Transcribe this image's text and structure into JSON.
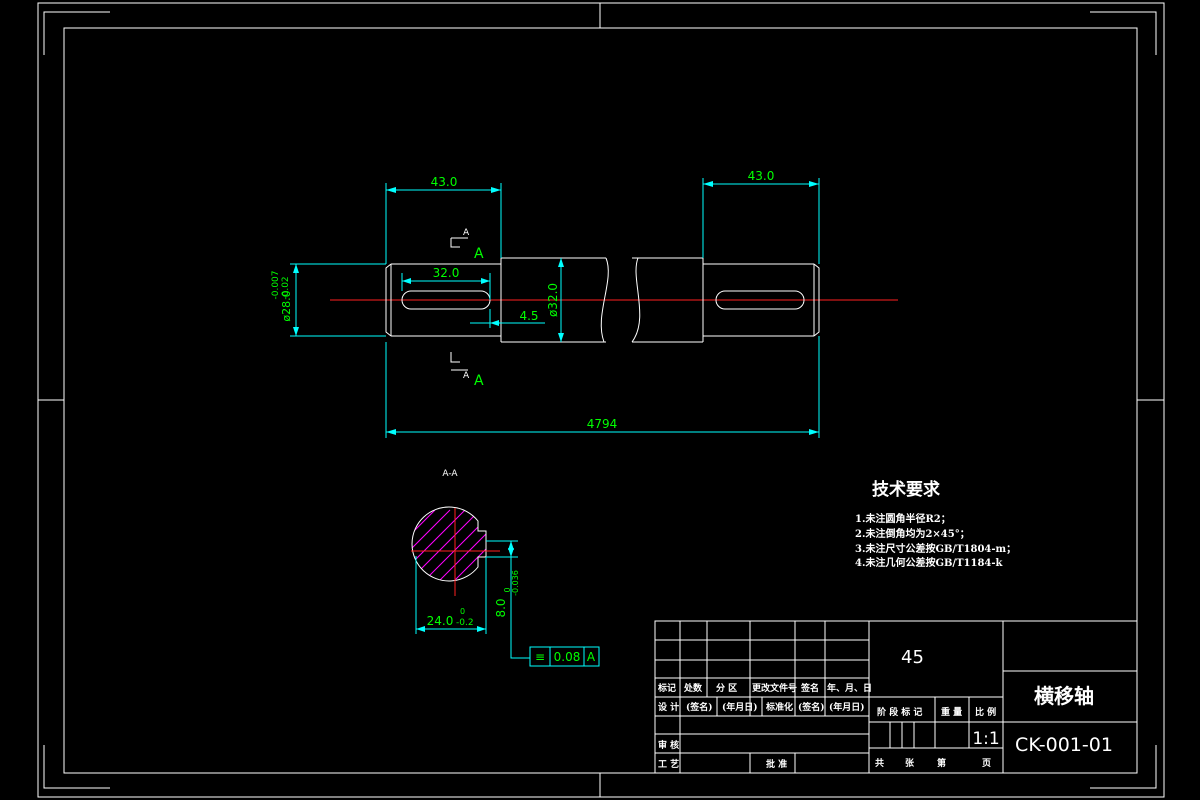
{
  "drawing": {
    "dimensions": {
      "top_left_length": "43.0",
      "top_right_length": "43.0",
      "keyway_length": "32.0",
      "keyway_offset": "4.5",
      "shoulder_diameter": "ø32.0",
      "end_diameter": "ø28.0",
      "end_diameter_tol_upper": "-0.007",
      "end_diameter_tol_lower": "-0.02",
      "overall_length": "4794",
      "section_width": "24.0",
      "section_width_tol_upper": "0",
      "section_width_tol_lower": "-0.2",
      "key_width": "8.0",
      "key_width_tol_upper": "0",
      "key_width_tol_lower": "-0.036"
    },
    "section_marks": {
      "letter": "A",
      "section_title": "A-A"
    },
    "geometric_tolerance": {
      "symbol": "≡",
      "value": "0.08",
      "datum": "A"
    },
    "technical_requirements": {
      "heading": "技术要求",
      "items": [
        "1.未注圆角半径R2；",
        "2.未注倒角均为2×45°；",
        "3.未注尺寸公差按GB/T1804-m；",
        "4.未注几何公差按GB/T1184-k"
      ]
    }
  },
  "title_block": {
    "material": "45",
    "part_name": "横移轴",
    "drawing_number": "CK-001-01",
    "scale": "1:1",
    "row_labels": {
      "mark": "标记",
      "count": "处数",
      "zone": "分 区",
      "change_doc": "更改文件号",
      "sign": "签名",
      "date": "年、月、日",
      "design": "设 计",
      "sign_paren": "(签名)",
      "date_paren": "(年月日)",
      "standard": "标准化",
      "sign_paren2": "(签名)",
      "date_paren2": "(年月日)",
      "review": "审 核",
      "process": "工 艺",
      "approve": "批 准"
    },
    "stage_labels": {
      "stage_mark": "阶 段 标 记",
      "weight": "重 量",
      "scale_label": "比 例"
    },
    "sheet_labels": {
      "total": "共",
      "sheets": "张",
      "nth": "第",
      "page": "页"
    }
  },
  "colors": {
    "background": "#000000",
    "frame": "#ffffff",
    "dimension": "#00ffff",
    "dimension_text": "#00ff00",
    "centerline": "#ff0000",
    "hatch": "#ff00ff",
    "object": "#ffffff"
  }
}
